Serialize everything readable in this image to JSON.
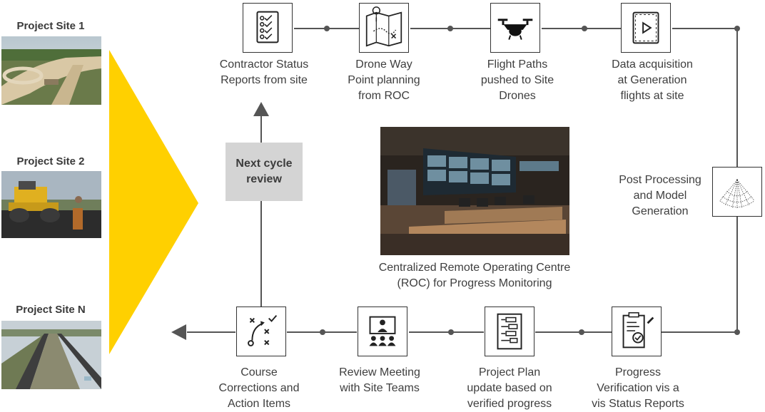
{
  "sites": [
    {
      "title": "Project Site 1"
    },
    {
      "title": "Project Site 2"
    },
    {
      "title": "Project Site N"
    }
  ],
  "top_steps": [
    {
      "label": "Contractor Status\nReports from site",
      "icon": "checklist-icon"
    },
    {
      "label": "Drone Way\nPoint planning\nfrom ROC",
      "icon": "map-waypoint-icon"
    },
    {
      "label": "Flight Paths\npushed to Site\nDrones",
      "icon": "drone-icon"
    },
    {
      "label": "Data acquisition\nat Generation\nflights at site",
      "icon": "video-play-icon"
    }
  ],
  "right_step": {
    "label": "Post Processing\nand Model\nGeneration",
    "icon": "point-cloud-icon"
  },
  "bottom_steps": [
    {
      "label": "Course\nCorrections and\nAction Items",
      "icon": "strategy-play-icon"
    },
    {
      "label": "Review Meeting\nwith Site Teams",
      "icon": "video-conference-icon"
    },
    {
      "label": "Project Plan\nupdate based on\nverified progress",
      "icon": "project-plan-icon"
    },
    {
      "label": "Progress\nVerification vis a\nvis Status Reports",
      "icon": "verified-report-icon"
    }
  ],
  "next_cycle": "Next cycle\nreview",
  "center_caption": "Centralized Remote Operating Centre\n(ROC) for Progress Monitoring",
  "colors": {
    "accent_yellow": "#FFD000",
    "line": "#555555",
    "box_gray": "#D4D4D4"
  }
}
